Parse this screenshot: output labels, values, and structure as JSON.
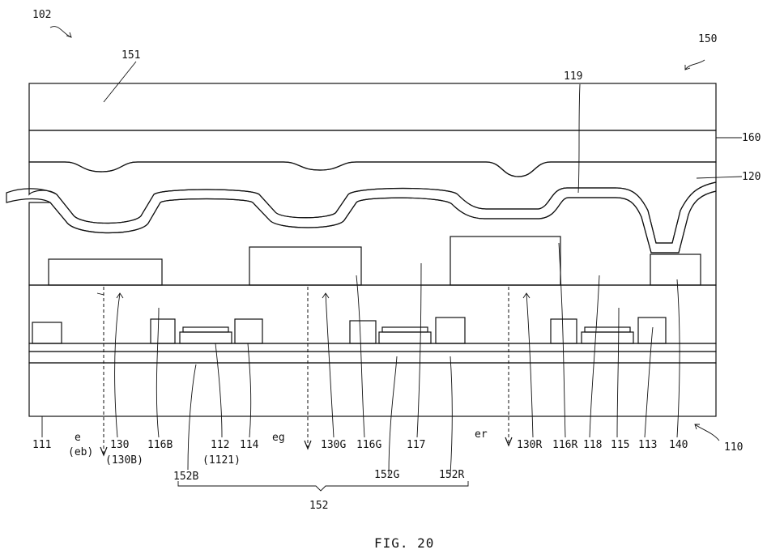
{
  "figure": {
    "ref_main": "102",
    "ref_side": "150",
    "caption": "FIG. 20"
  },
  "labels": {
    "l151": "151",
    "l119": "119",
    "l160": "160",
    "l120": "120",
    "l111": "111",
    "l_e": "e",
    "l_eb": "(eb)",
    "l130": "130",
    "l130B": "(130B)",
    "l116B": "116B",
    "l152B": "152B",
    "l112": "112",
    "l1121": "(1121)",
    "l114": "114",
    "l_eg": "eg",
    "l130G": "130G",
    "l116G": "116G",
    "l117": "117",
    "l152G": "152G",
    "l152R": "152R",
    "l_er": "er",
    "l130R": "130R",
    "l116R": "116R",
    "l118": "118",
    "l115": "115",
    "l113": "113",
    "l140": "140",
    "l110": "110",
    "l152": "152"
  }
}
